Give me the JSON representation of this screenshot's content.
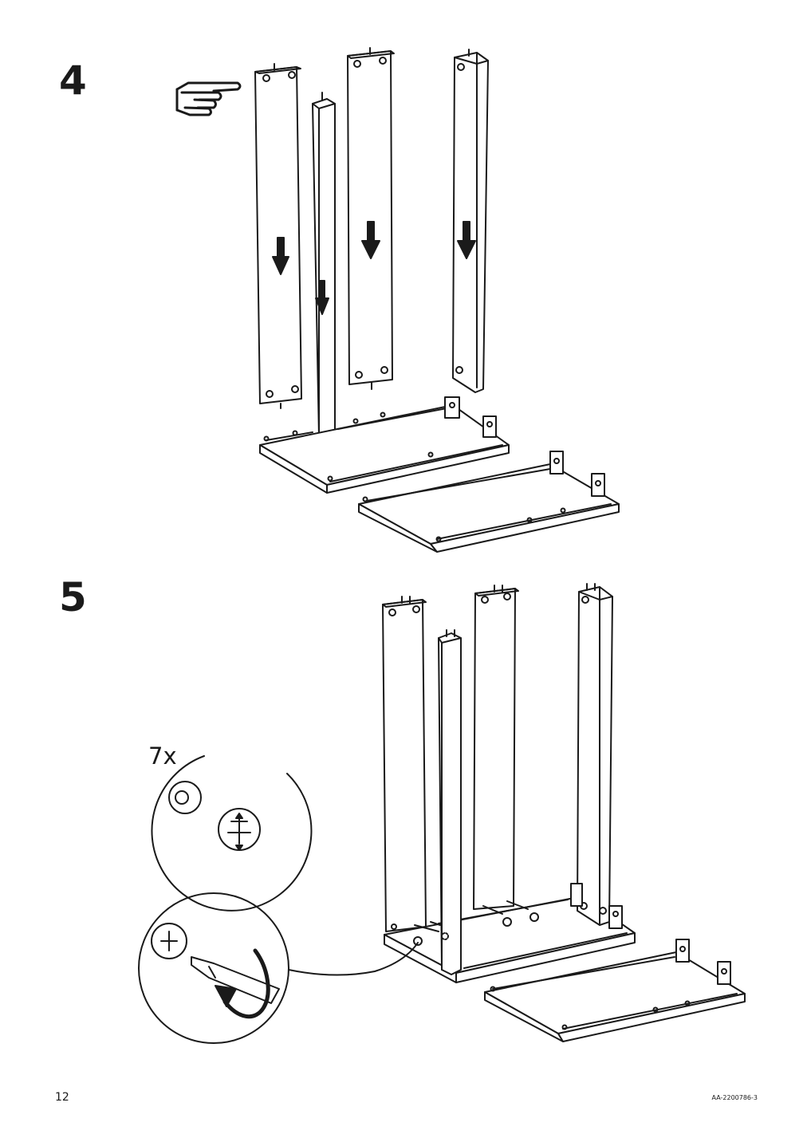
{
  "steps": [
    {
      "number": "4"
    },
    {
      "number": "5",
      "detail_quantity": "7x"
    }
  ],
  "footer": {
    "page_number": "12",
    "document_code": "AA-2200786-3"
  },
  "icons": [
    "pointing-hand-icon",
    "cam-lock-icon",
    "screwdriver-icon",
    "rotate-arrow-icon",
    "down-arrow-icon"
  ],
  "colors": {
    "line": "#1a1a1a",
    "background": "#ffffff"
  }
}
